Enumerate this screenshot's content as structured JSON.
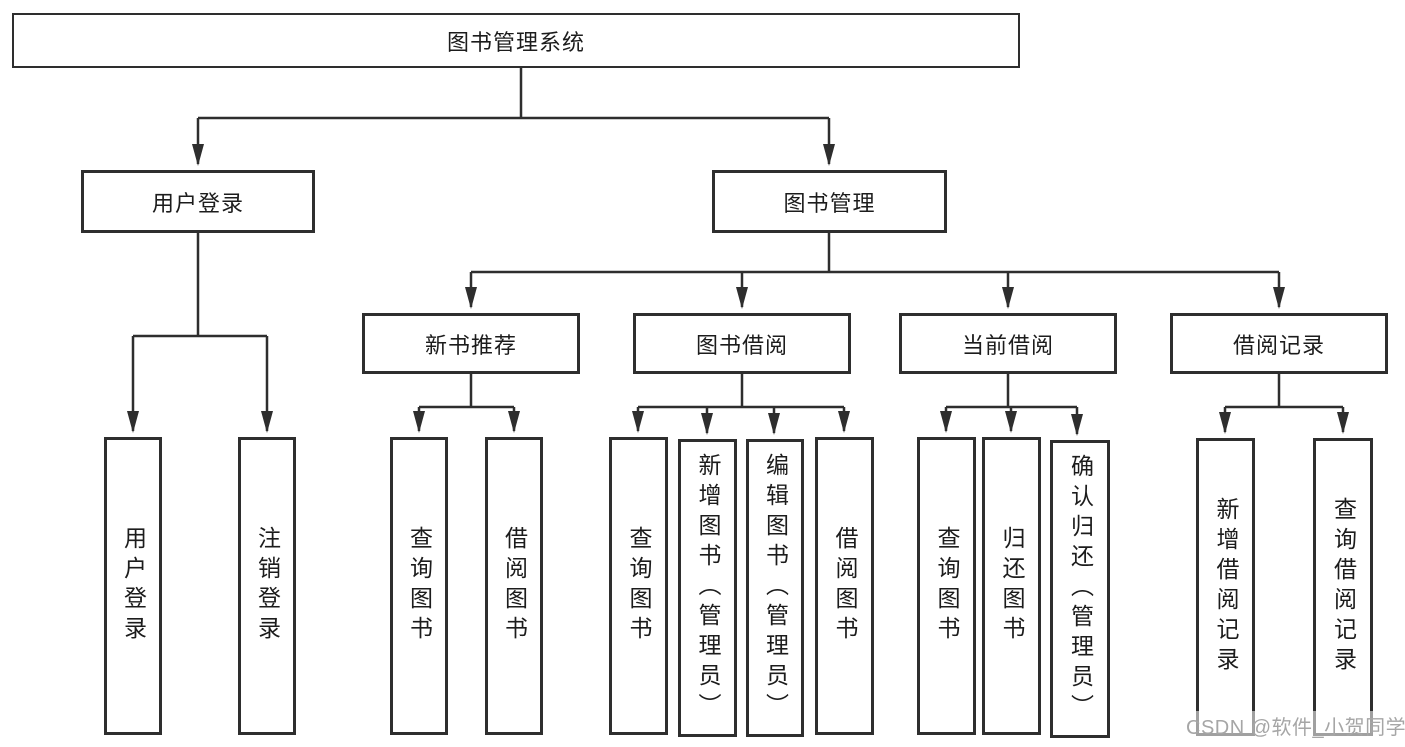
{
  "diagram_type": "functional-structure-tree",
  "tree": {
    "root": "图书管理系统",
    "children": [
      {
        "label": "用户登录",
        "children": [
          "用户登录",
          "注销登录"
        ]
      },
      {
        "label": "图书管理",
        "children": [
          {
            "label": "新书推荐",
            "children": [
              "查询图书",
              "借阅图书"
            ]
          },
          {
            "label": "图书借阅",
            "children": [
              "查询图书",
              "新增图书（管理员）",
              "编辑图书（管理员）",
              "借阅图书"
            ]
          },
          {
            "label": "当前借阅",
            "children": [
              "查询图书",
              "归还图书",
              "确认归还（管理员）"
            ]
          },
          {
            "label": "借阅记录",
            "children": [
              "新增借阅记录",
              "查询借阅记录"
            ]
          }
        ]
      }
    ]
  },
  "watermark": {
    "text": "CSDN @软件_小贺同学",
    "color": "#a6a6a6"
  },
  "colors": {
    "line": "#2e2e2e",
    "box_border": "#2e2e2e",
    "box_background": "#ffffff",
    "text": "#1c1c1c",
    "page_background": "#ffffff"
  }
}
